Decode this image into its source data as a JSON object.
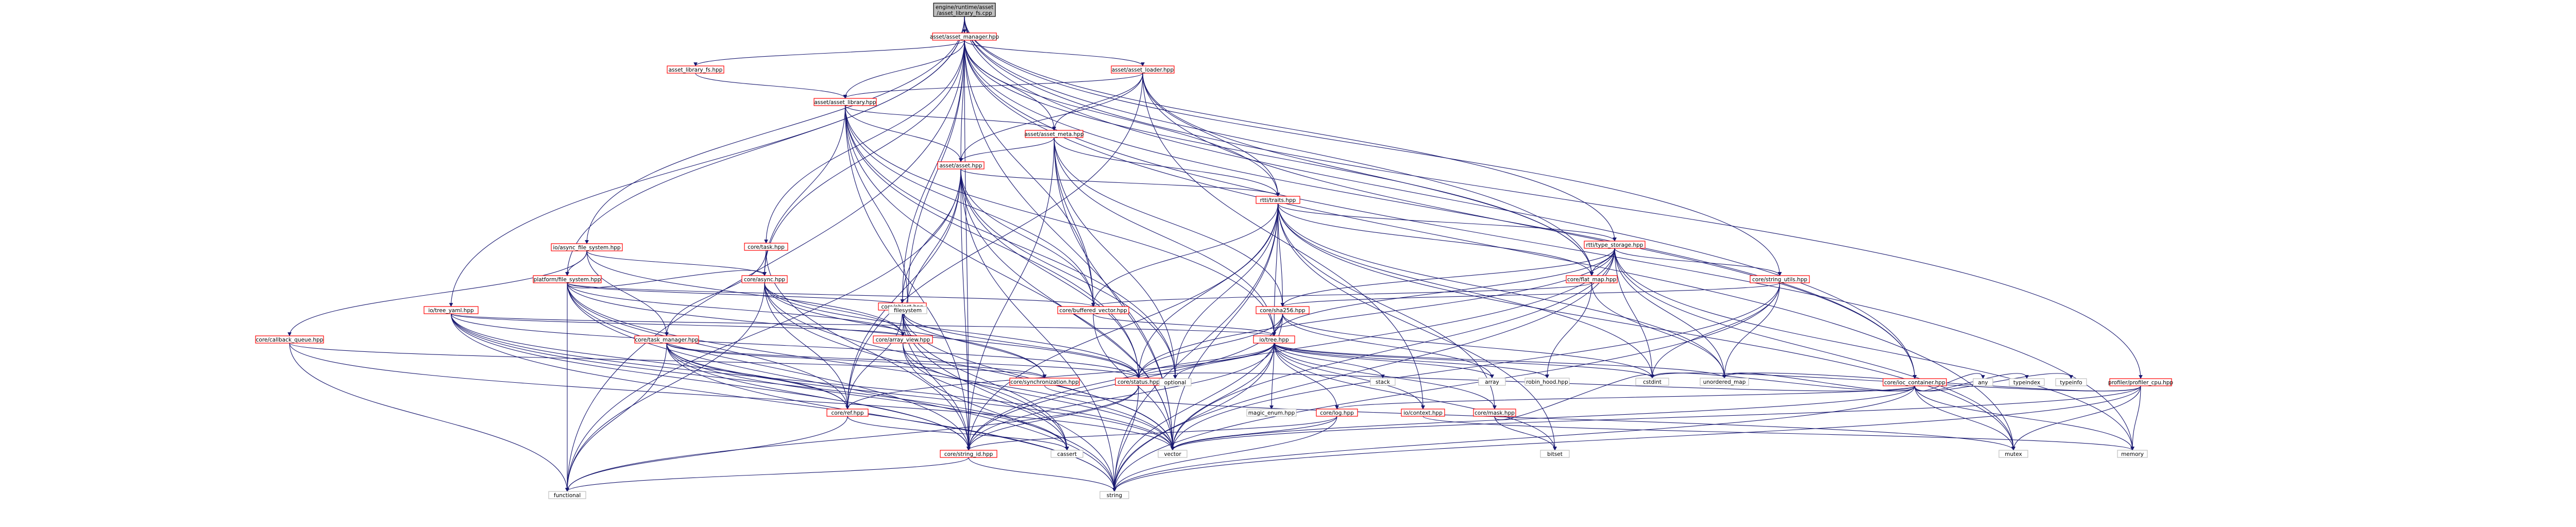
{
  "graph": {
    "colors": {
      "root_fill": "#bfbfbf",
      "local_fill": "#ffffff",
      "local_stroke": "#ff0000",
      "system_fill": "#ffffff",
      "system_stroke": "#bfbfbf",
      "edge": "#191970",
      "edge_alt": "#5a5a5a"
    },
    "nodes": [
      {
        "id": "root",
        "label": "engine/runtime/asset\n/asset_library_fs.cpp",
        "kind": "root"
      },
      {
        "id": "asset_manager",
        "label": "asset/asset_manager.hpp",
        "kind": "local"
      },
      {
        "id": "asset_library_fs",
        "label": "asset_library_fs.hpp",
        "kind": "local"
      },
      {
        "id": "asset_loader",
        "label": "asset/asset_loader.hpp",
        "kind": "local"
      },
      {
        "id": "asset_library",
        "label": "asset/asset_library.hpp",
        "kind": "local"
      },
      {
        "id": "asset_meta",
        "label": "asset/asset_meta.hpp",
        "kind": "local"
      },
      {
        "id": "asset",
        "label": "asset/asset.hpp",
        "kind": "local"
      },
      {
        "id": "rtti_traits",
        "label": "rtti/traits.hpp",
        "kind": "local"
      },
      {
        "id": "rtti_type_storage",
        "label": "rtti/type_storage.hpp",
        "kind": "local"
      },
      {
        "id": "io_async_fs",
        "label": "io/async_file_system.hpp",
        "kind": "local"
      },
      {
        "id": "platform_fs",
        "label": "platform/file_system.hpp",
        "kind": "local"
      },
      {
        "id": "io_tree",
        "label": "io/tree_yaml.hpp",
        "kind": "local"
      },
      {
        "id": "core_task",
        "label": "core/task.hpp",
        "kind": "local"
      },
      {
        "id": "core_async",
        "label": "core/async.hpp",
        "kind": "local"
      },
      {
        "id": "core_object",
        "label": "core/object.hpp",
        "kind": "local"
      },
      {
        "id": "core_buffered_vector",
        "label": "core/buffered_vector.hpp",
        "kind": "local"
      },
      {
        "id": "core_flat_map",
        "label": "core/flat_map.hpp",
        "kind": "local"
      },
      {
        "id": "core_string_utils",
        "label": "core/string_utils.hpp",
        "kind": "local"
      },
      {
        "id": "core_ioc",
        "label": "core/ioc_container.hpp",
        "kind": "local"
      },
      {
        "id": "profiler",
        "label": "profiler/profiler_cpu.hpp",
        "kind": "local"
      },
      {
        "id": "core_sha256",
        "label": "core/sha256.hpp",
        "kind": "local"
      },
      {
        "id": "io_tree_hpp",
        "label": "io/tree.hpp",
        "kind": "local"
      },
      {
        "id": "core_callback_queue",
        "label": "core/callback_queue.hpp",
        "kind": "local"
      },
      {
        "id": "core_task_manager",
        "label": "core/task_manager.hpp",
        "kind": "local"
      },
      {
        "id": "core_array_view",
        "label": "core/array_view.hpp",
        "kind": "local"
      },
      {
        "id": "core_synchronization",
        "label": "core/synchronization.hpp",
        "kind": "local"
      },
      {
        "id": "core_status",
        "label": "core/status.hpp",
        "kind": "local"
      },
      {
        "id": "core_ref",
        "label": "core/ref.hpp",
        "kind": "local"
      },
      {
        "id": "core_log",
        "label": "core/log.hpp",
        "kind": "local"
      },
      {
        "id": "core_mask",
        "label": "core/mask.hpp",
        "kind": "local"
      },
      {
        "id": "io_context",
        "label": "io/context.hpp",
        "kind": "local"
      },
      {
        "id": "core_string_id",
        "label": "core/string_id.hpp",
        "kind": "local"
      },
      {
        "id": "filesystem",
        "label": "filesystem",
        "kind": "system"
      },
      {
        "id": "vector",
        "label": "vector",
        "kind": "system"
      },
      {
        "id": "string",
        "label": "string",
        "kind": "system"
      },
      {
        "id": "functional",
        "label": "functional",
        "kind": "system"
      },
      {
        "id": "cassert",
        "label": "cassert",
        "kind": "system"
      },
      {
        "id": "optional",
        "label": "optional",
        "kind": "system"
      },
      {
        "id": "cstdint",
        "label": "cstdint",
        "kind": "system"
      },
      {
        "id": "memory",
        "label": "memory",
        "kind": "system"
      },
      {
        "id": "mutex",
        "label": "mutex",
        "kind": "system"
      },
      {
        "id": "bitset",
        "label": "bitset",
        "kind": "system"
      },
      {
        "id": "unordered_map",
        "label": "unordered_map",
        "kind": "system"
      },
      {
        "id": "array",
        "label": "array",
        "kind": "system"
      },
      {
        "id": "stack",
        "label": "stack",
        "kind": "system"
      },
      {
        "id": "magic_enum",
        "label": "magic_enum.hpp",
        "kind": "system"
      },
      {
        "id": "robin_hood",
        "label": "robin_hood.hpp",
        "kind": "system"
      },
      {
        "id": "any",
        "label": "any",
        "kind": "system"
      },
      {
        "id": "typeindex",
        "label": "typeindex",
        "kind": "system"
      },
      {
        "id": "typeinfo",
        "label": "typeinfo",
        "kind": "system"
      }
    ],
    "edges": [
      [
        "root",
        "asset_manager"
      ],
      [
        "root",
        "io_async_fs"
      ],
      [
        "root",
        "platform_fs"
      ],
      [
        "root",
        "io_tree"
      ],
      [
        "root",
        "core_ioc"
      ],
      [
        "root",
        "profiler"
      ],
      [
        "root",
        "rtti_type_storage"
      ],
      [
        "root",
        "core_string_utils"
      ],
      [
        "root",
        "core_flat_map"
      ],
      [
        "asset_manager",
        "asset_library_fs"
      ],
      [
        "asset_manager",
        "asset_loader"
      ],
      [
        "asset_manager",
        "asset_library"
      ],
      [
        "asset_manager",
        "asset_meta"
      ],
      [
        "asset_manager",
        "asset"
      ],
      [
        "asset_manager",
        "rtti_traits"
      ],
      [
        "asset_manager",
        "core_task"
      ],
      [
        "asset_manager",
        "core_async"
      ],
      [
        "asset_manager",
        "core_object"
      ],
      [
        "asset_manager",
        "core_buffered_vector"
      ],
      [
        "asset_manager",
        "core_flat_map"
      ],
      [
        "asset_manager",
        "core_ioc"
      ],
      [
        "asset_manager",
        "filesystem"
      ],
      [
        "asset_manager",
        "vector"
      ],
      [
        "asset_manager",
        "functional"
      ],
      [
        "asset_manager",
        "memory"
      ],
      [
        "asset_manager",
        "mutex"
      ],
      [
        "asset_manager",
        "core_string_id"
      ],
      [
        "asset_library_fs",
        "asset_library"
      ],
      [
        "asset_loader",
        "asset_library"
      ],
      [
        "asset_loader",
        "asset_meta"
      ],
      [
        "asset_loader",
        "asset"
      ],
      [
        "asset_loader",
        "rtti_traits"
      ],
      [
        "asset_loader",
        "core_flat_map"
      ],
      [
        "asset_loader",
        "core_ioc"
      ],
      [
        "asset_loader",
        "io_context"
      ],
      [
        "asset_loader",
        "core_ref"
      ],
      [
        "asset_library",
        "asset_meta"
      ],
      [
        "asset_library",
        "asset"
      ],
      [
        "asset_library",
        "core_async"
      ],
      [
        "asset_library",
        "core_status"
      ],
      [
        "asset_library",
        "io_tree_hpp"
      ],
      [
        "asset_library",
        "filesystem"
      ],
      [
        "asset_library",
        "optional"
      ],
      [
        "asset_library",
        "vector"
      ],
      [
        "asset_library",
        "core_string_id"
      ],
      [
        "asset_library",
        "core_buffered_vector"
      ],
      [
        "asset_meta",
        "asset"
      ],
      [
        "asset_meta",
        "rtti_traits"
      ],
      [
        "asset_meta",
        "core_buffered_vector"
      ],
      [
        "asset_meta",
        "core_sha256"
      ],
      [
        "asset_meta",
        "io_tree_hpp"
      ],
      [
        "asset_meta",
        "core_string_id"
      ],
      [
        "asset_meta",
        "vector"
      ],
      [
        "asset_meta",
        "optional"
      ],
      [
        "asset",
        "rtti_traits"
      ],
      [
        "asset",
        "core_object"
      ],
      [
        "asset",
        "core_buffered_vector"
      ],
      [
        "asset",
        "core_array_view"
      ],
      [
        "asset",
        "core_status"
      ],
      [
        "asset",
        "core_ref"
      ],
      [
        "asset",
        "core_string_id"
      ],
      [
        "asset",
        "vector"
      ],
      [
        "asset",
        "string"
      ],
      [
        "asset",
        "functional"
      ],
      [
        "asset",
        "optional"
      ],
      [
        "rtti_traits",
        "rtti_type_storage"
      ],
      [
        "rtti_traits",
        "core_buffered_vector"
      ],
      [
        "rtti_traits",
        "core_flat_map"
      ],
      [
        "rtti_traits",
        "core_sha256"
      ],
      [
        "rtti_traits",
        "io_tree_hpp"
      ],
      [
        "rtti_traits",
        "core_status"
      ],
      [
        "rtti_traits",
        "core_mask"
      ],
      [
        "rtti_traits",
        "core_string_id"
      ],
      [
        "rtti_traits",
        "cstdint"
      ],
      [
        "rtti_traits",
        "vector"
      ],
      [
        "rtti_traits",
        "string"
      ],
      [
        "rtti_traits",
        "bitset"
      ],
      [
        "rtti_traits",
        "mutex"
      ],
      [
        "rtti_traits",
        "unordered_map"
      ],
      [
        "rtti_traits",
        "optional"
      ],
      [
        "rtti_type_storage",
        "core_flat_map"
      ],
      [
        "rtti_type_storage",
        "core_string_utils"
      ],
      [
        "rtti_type_storage",
        "core_sha256"
      ],
      [
        "rtti_type_storage",
        "io_tree_hpp"
      ],
      [
        "rtti_type_storage",
        "core_status"
      ],
      [
        "rtti_type_storage",
        "core_string_id"
      ],
      [
        "rtti_type_storage",
        "cstdint"
      ],
      [
        "rtti_type_storage",
        "memory"
      ],
      [
        "rtti_type_storage",
        "mutex"
      ],
      [
        "rtti_type_storage",
        "vector"
      ],
      [
        "rtti_type_storage",
        "string"
      ],
      [
        "rtti_type_storage",
        "unordered_map"
      ],
      [
        "io_async_fs",
        "core_async"
      ],
      [
        "io_async_fs",
        "core_task_manager"
      ],
      [
        "io_async_fs",
        "platform_fs"
      ],
      [
        "io_async_fs",
        "core_callback_queue"
      ],
      [
        "io_async_fs",
        "core_array_view"
      ],
      [
        "platform_fs",
        "core_async"
      ],
      [
        "platform_fs",
        "core_array_view"
      ],
      [
        "platform_fs",
        "core_buffered_vector"
      ],
      [
        "platform_fs",
        "core_status"
      ],
      [
        "platform_fs",
        "core_string_id"
      ],
      [
        "platform_fs",
        "filesystem"
      ],
      [
        "platform_fs",
        "functional"
      ],
      [
        "platform_fs",
        "vector"
      ],
      [
        "platform_fs",
        "string"
      ],
      [
        "platform_fs",
        "core_ref"
      ],
      [
        "io_tree",
        "io_tree_hpp"
      ],
      [
        "io_tree",
        "core_array_view"
      ],
      [
        "io_tree",
        "core_status"
      ],
      [
        "io_tree",
        "core_ref"
      ],
      [
        "io_tree",
        "core_string_id"
      ],
      [
        "io_tree",
        "vector"
      ],
      [
        "io_tree",
        "string"
      ],
      [
        "io_tree",
        "cassert"
      ],
      [
        "core_task",
        "core_async"
      ],
      [
        "core_task",
        "core_task_manager"
      ],
      [
        "core_task",
        "core_string_id"
      ],
      [
        "core_async",
        "core_ref"
      ],
      [
        "core_async",
        "core_array_view"
      ],
      [
        "core_async",
        "core_synchronization"
      ],
      [
        "core_async",
        "core_status"
      ],
      [
        "core_async",
        "functional"
      ],
      [
        "core_async",
        "cassert"
      ],
      [
        "core_async",
        "vector"
      ],
      [
        "core_object",
        "core_ref"
      ],
      [
        "core_object",
        "core_status"
      ],
      [
        "core_object",
        "core_synchronization"
      ],
      [
        "core_object",
        "core_string_id"
      ],
      [
        "core_object",
        "cassert"
      ],
      [
        "core_object",
        "vector"
      ],
      [
        "core_object",
        "string"
      ],
      [
        "core_buffered_vector",
        "io_tree_hpp"
      ],
      [
        "core_buffered_vector",
        "vector"
      ],
      [
        "core_flat_map",
        "core_buffered_vector"
      ],
      [
        "core_flat_map",
        "unordered_map"
      ],
      [
        "core_flat_map",
        "robin_hood"
      ],
      [
        "core_string_utils",
        "core_sha256"
      ],
      [
        "core_string_utils",
        "string"
      ],
      [
        "core_string_utils",
        "cstdint"
      ],
      [
        "core_string_utils",
        "vector"
      ],
      [
        "core_string_utils",
        "unordered_map"
      ],
      [
        "core_ioc",
        "cstdint"
      ],
      [
        "core_ioc",
        "memory"
      ],
      [
        "core_ioc",
        "mutex"
      ],
      [
        "core_ioc",
        "any"
      ],
      [
        "core_ioc",
        "typeindex"
      ],
      [
        "core_ioc",
        "typeinfo"
      ],
      [
        "core_ioc",
        "unordered_map"
      ],
      [
        "core_ioc",
        "vector"
      ],
      [
        "core_ioc",
        "string"
      ],
      [
        "core_ioc",
        "core_status"
      ],
      [
        "core_ioc",
        "core_log"
      ],
      [
        "profiler",
        "cstdint"
      ],
      [
        "profiler",
        "memory"
      ],
      [
        "profiler",
        "mutex"
      ],
      [
        "profiler",
        "vector"
      ],
      [
        "profiler",
        "string"
      ],
      [
        "profiler",
        "unordered_map"
      ],
      [
        "core_sha256",
        "io_tree_hpp"
      ],
      [
        "core_sha256",
        "array"
      ],
      [
        "core_sha256",
        "cstdint"
      ],
      [
        "core_sha256",
        "string"
      ],
      [
        "core_sha256",
        "core_status"
      ],
      [
        "core_sha256",
        "core_string_id"
      ],
      [
        "io_tree_hpp",
        "core_status"
      ],
      [
        "io_tree_hpp",
        "core_log"
      ],
      [
        "io_tree_hpp",
        "core_mask"
      ],
      [
        "io_tree_hpp",
        "io_context"
      ],
      [
        "io_tree_hpp",
        "core_string_id"
      ],
      [
        "io_tree_hpp",
        "core_ref"
      ],
      [
        "io_tree_hpp",
        "magic_enum"
      ],
      [
        "io_tree_hpp",
        "stack"
      ],
      [
        "io_tree_hpp",
        "array"
      ],
      [
        "io_tree_hpp",
        "vector"
      ],
      [
        "io_tree_hpp",
        "optional"
      ],
      [
        "io_tree_hpp",
        "cstdint"
      ],
      [
        "io_tree_hpp",
        "unordered_map"
      ],
      [
        "io_tree_hpp",
        "robin_hood"
      ],
      [
        "io_tree_hpp",
        "bitset"
      ],
      [
        "io_tree_hpp",
        "string"
      ],
      [
        "core_callback_queue",
        "core_synchronization"
      ],
      [
        "core_callback_queue",
        "functional"
      ],
      [
        "core_callback_queue",
        "vector"
      ],
      [
        "core_task_manager",
        "core_synchronization"
      ],
      [
        "core_task_manager",
        "core_ref"
      ],
      [
        "core_task_manager",
        "core_status"
      ],
      [
        "core_task_manager",
        "core_string_id"
      ],
      [
        "core_task_manager",
        "functional"
      ],
      [
        "core_task_manager",
        "vector"
      ],
      [
        "core_task_manager",
        "string"
      ],
      [
        "core_task_manager",
        "cassert"
      ],
      [
        "core_array_view",
        "cassert"
      ],
      [
        "core_array_view",
        "vector"
      ],
      [
        "core_array_view",
        "string"
      ],
      [
        "core_synchronization",
        "mutex"
      ],
      [
        "core_status",
        "core_string_id"
      ],
      [
        "core_status",
        "string"
      ],
      [
        "core_status",
        "functional"
      ],
      [
        "core_ref",
        "cassert"
      ],
      [
        "core_ref",
        "functional"
      ],
      [
        "core_log",
        "vector"
      ],
      [
        "core_log",
        "string"
      ],
      [
        "core_log",
        "core_string_id"
      ],
      [
        "core_mask",
        "bitset"
      ],
      [
        "core_mask",
        "cstdint"
      ],
      [
        "io_context",
        "memory"
      ],
      [
        "core_string_id",
        "string"
      ],
      [
        "core_string_id",
        "functional"
      ]
    ]
  }
}
